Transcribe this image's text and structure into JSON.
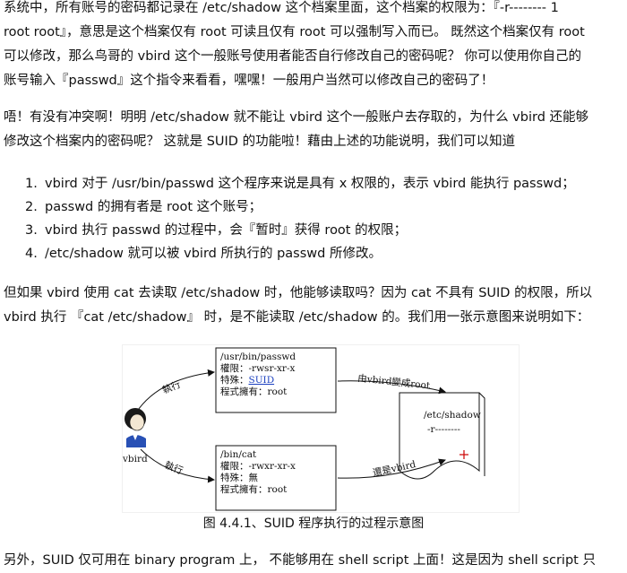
{
  "p1_line1": "系统中，所有账号的密码都记录在 /etc/shadow 这个档案里面，这个档案的权限为：『-r-------- 1",
  "p1_line2": "root root』，意思是这个档案仅有 root 可读且仅有 root 可以强制写入而已。 既然这个档案仅有 root",
  "p1_line3": "可以修改，那么鸟哥的 vbird 这个一般账号使用者能否自行修改自己的密码呢？ 你可以使用你自己的",
  "p1_line4": "账号输入『passwd』这个指令来看看，嘿嘿！一般用户当然可以修改自己的密码了！",
  "p2_line1": "唔！有没有冲突啊！明明 /etc/shadow 就不能让 vbird 这个一般账户去存取的，为什么 vbird 还能够",
  "p2_line2": "修改这个档案内的密码呢？ 这就是 SUID 的功能啦！藉由上述的功能说明，我们可以知道",
  "list": [
    {
      "num": "1.",
      "text": "vbird 对于 /usr/bin/passwd 这个程序来说是具有 x 权限的，表示 vbird 能执行 passwd；"
    },
    {
      "num": "2.",
      "text": "passwd 的拥有者是 root 这个账号；"
    },
    {
      "num": "3.",
      "text": "vbird 执行 passwd 的过程中，会『暂时』获得 root 的权限；"
    },
    {
      "num": "4.",
      "text": "/etc/shadow 就可以被 vbird 所执行的 passwd 所修改。"
    }
  ],
  "p4_line1": "但如果 vbird 使用 cat 去读取 /etc/shadow 时，他能够读取吗？因为 cat 不具有 SUID 的权限，所以",
  "p4_line2": "vbird 执行 『cat /etc/shadow』 时，是不能读取 /etc/shadow 的。我们用一张示意图来说明如下：",
  "figure": {
    "box1_line1": "/usr/bin/passwd",
    "box1_line2": "權限：-rwsr-xr-x",
    "box1_line3_prefix": "特殊：",
    "box1_line3_link": "SUID",
    "box1_line4": "程式擁有：root",
    "box2_line1": "/bin/cat",
    "box2_line2": "權限：-rwxr-xr-x",
    "box2_line3": "特殊：無",
    "box2_line4": "程式擁有：root",
    "file_line1": "/etc/shadow",
    "file_line2": "-r--------",
    "user_label": "vbird",
    "arrow_exec_top": "執行",
    "arrow_exec_bottom": "執行",
    "arrow_root": "由vbird變成root",
    "arrow_vbird": "還是vbird"
  },
  "caption": "图 4.4.1、SUID 程序执行的过程示意图",
  "p5_line1": "另外，SUID 仅可用在 binary program 上， 不能够用在 shell script 上面！这是因为 shell script 只"
}
